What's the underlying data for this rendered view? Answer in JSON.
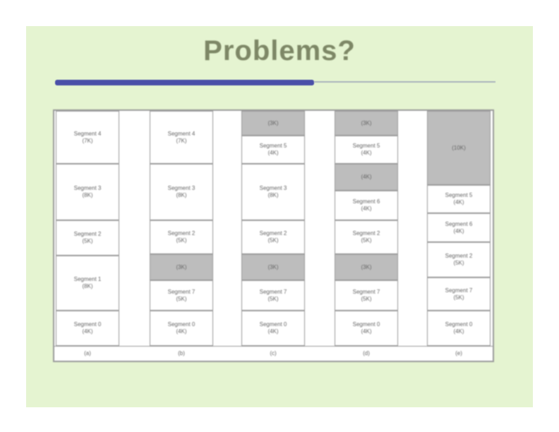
{
  "slide": {
    "title": "Problems?",
    "accent_color": "#4a4fa8",
    "background_color": "#e5f4d1"
  },
  "memory_columns": [
    {
      "label": "(a)",
      "segments": [
        {
          "name": "Segment 4",
          "size": "(7K)",
          "hole": false
        },
        {
          "name": "Segment 3",
          "size": "(8K)",
          "hole": false
        },
        {
          "name": "Segment 2",
          "size": "(5K)",
          "hole": false
        },
        {
          "name": "Segment 1",
          "size": "(8K)",
          "hole": false
        },
        {
          "name": "Segment 0",
          "size": "(4K)",
          "hole": false
        }
      ]
    },
    {
      "label": "(b)",
      "segments": [
        {
          "name": "Segment 4",
          "size": "(7K)",
          "hole": false
        },
        {
          "name": "Segment 3",
          "size": "(8K)",
          "hole": false
        },
        {
          "name": "Segment 2",
          "size": "(5K)",
          "hole": false
        },
        {
          "name": "(3K)",
          "size": "",
          "hole": true
        },
        {
          "name": "Segment 7",
          "size": "(5K)",
          "hole": false
        },
        {
          "name": "Segment 0",
          "size": "(4K)",
          "hole": false
        }
      ]
    },
    {
      "label": "(c)",
      "segments": [
        {
          "name": "(3K)",
          "size": "",
          "hole": true
        },
        {
          "name": "Segment 5",
          "size": "(4K)",
          "hole": false
        },
        {
          "name": "Segment 3",
          "size": "(8K)",
          "hole": false
        },
        {
          "name": "Segment 2",
          "size": "(5K)",
          "hole": false
        },
        {
          "name": "(3K)",
          "size": "",
          "hole": true
        },
        {
          "name": "Segment 7",
          "size": "(5K)",
          "hole": false
        },
        {
          "name": "Segment 0",
          "size": "(4K)",
          "hole": false
        }
      ]
    },
    {
      "label": "(d)",
      "segments": [
        {
          "name": "(3K)",
          "size": "",
          "hole": true
        },
        {
          "name": "Segment 5",
          "size": "(4K)",
          "hole": false
        },
        {
          "name": "(4K)",
          "size": "",
          "hole": true
        },
        {
          "name": "Segment 6",
          "size": "(4K)",
          "hole": false
        },
        {
          "name": "Segment 2",
          "size": "(5K)",
          "hole": false
        },
        {
          "name": "(3K)",
          "size": "",
          "hole": true
        },
        {
          "name": "Segment 7",
          "size": "(5K)",
          "hole": false
        },
        {
          "name": "Segment 0",
          "size": "(4K)",
          "hole": false
        }
      ]
    },
    {
      "label": "(e)",
      "segments": [
        {
          "name": "(10K)",
          "size": "",
          "hole": true
        },
        {
          "name": "Segment 5",
          "size": "(4K)",
          "hole": false
        },
        {
          "name": "Segment 6",
          "size": "(4K)",
          "hole": false
        },
        {
          "name": "Segment 2",
          "size": "(5K)",
          "hole": false
        },
        {
          "name": "Segment 7",
          "size": "(5K)",
          "hole": false
        },
        {
          "name": "Segment 0",
          "size": "(4K)",
          "hole": false
        }
      ]
    }
  ]
}
